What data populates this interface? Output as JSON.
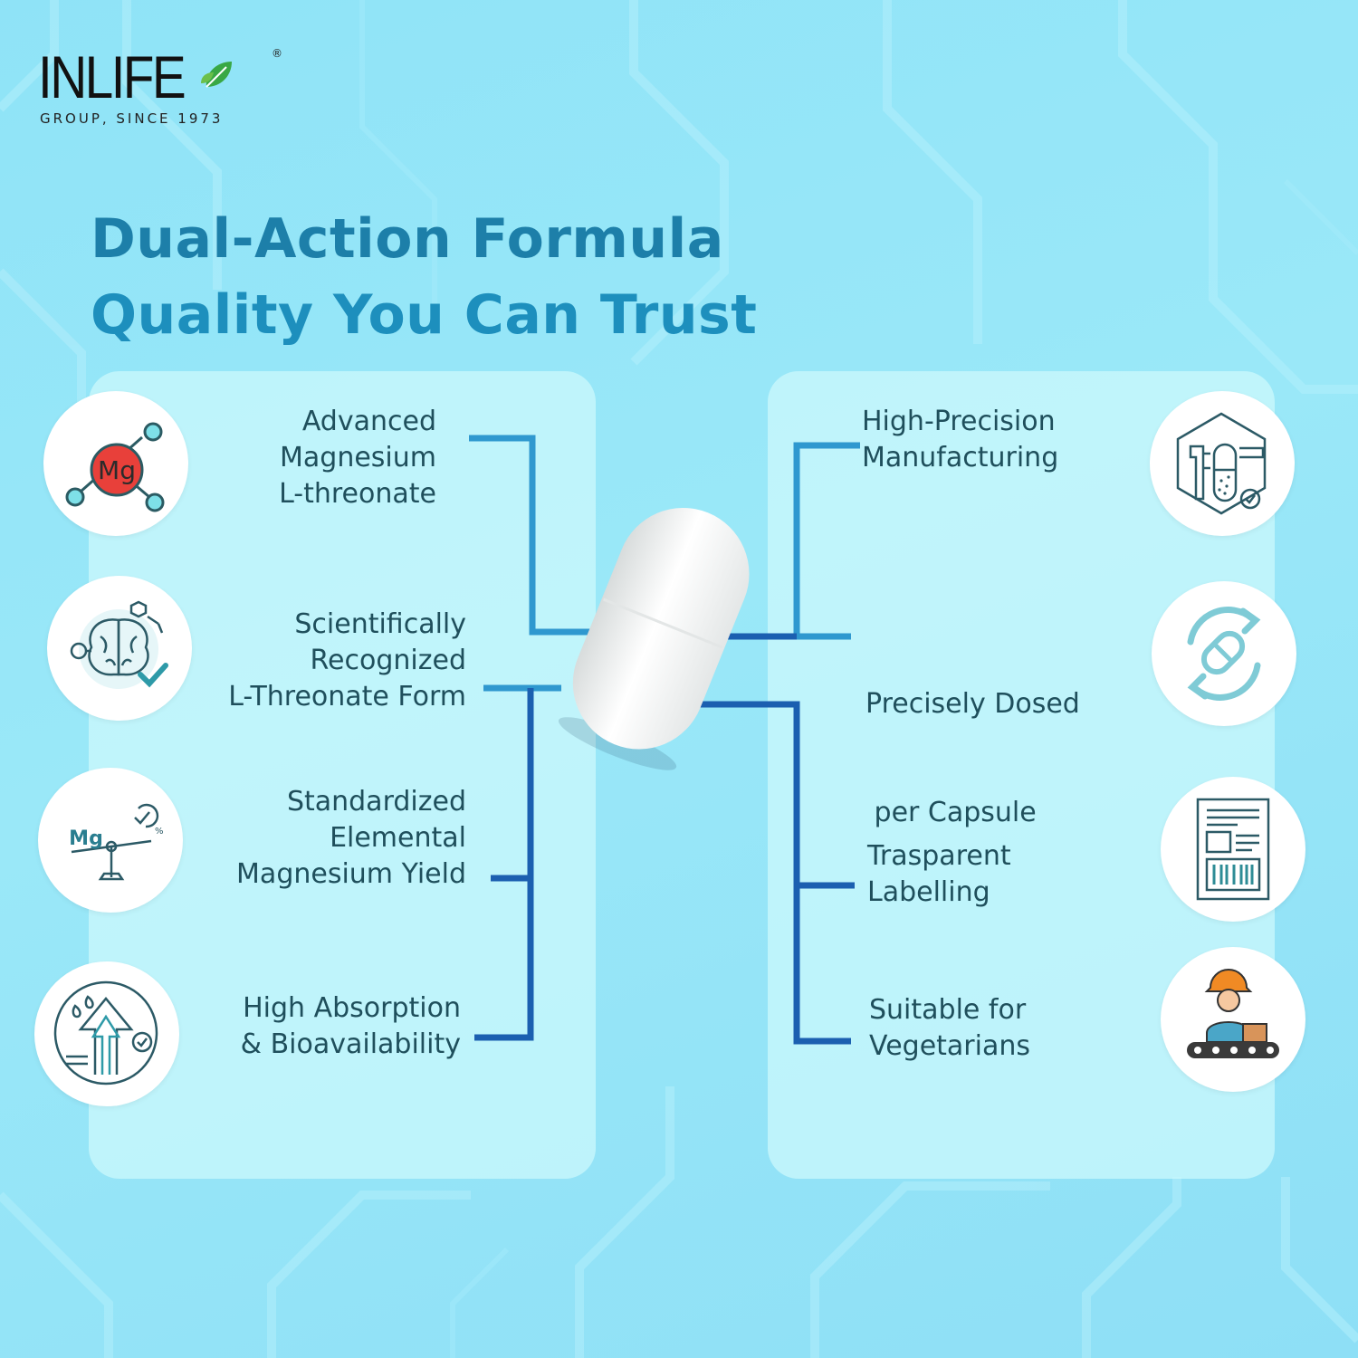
{
  "brand": {
    "name": "INLIFE",
    "registered_mark": "®",
    "tagline": "GROUP, SINCE 1973"
  },
  "headline": {
    "line1": "Dual-Action Formula",
    "line2": "Quality You Can Trust"
  },
  "left_features": [
    {
      "lines": [
        "Advanced",
        "Magnesium",
        "L-threonate"
      ],
      "icon": "magnesium-molecule-icon",
      "icon_text": "Mg"
    },
    {
      "lines": [
        "Scientifically",
        "Recognized",
        "L-Threonate Form"
      ],
      "icon": "brain-circuit-check-icon"
    },
    {
      "lines": [
        "Standardized",
        "Elemental",
        "Magnesium Yield"
      ],
      "icon": "balance-scale-mg-icon",
      "icon_text": "Mg"
    },
    {
      "lines": [
        "High Absorption",
        "& Bioavailability"
      ],
      "icon": "absorption-arrow-icon"
    }
  ],
  "right_features": [
    {
      "lines": [
        "High-Precision",
        "Manufacturing"
      ],
      "icon": "precision-capsule-caliper-icon"
    },
    {
      "lines": [
        "Precisely Dosed",
        " per Capsule"
      ],
      "icon": "capsule-cycle-icon"
    },
    {
      "lines": [
        "Trasparent",
        "Labelling"
      ],
      "icon": "label-barcode-icon"
    },
    {
      "lines": [
        "Suitable for",
        "Vegetarians"
      ],
      "icon": "worker-conveyor-icon"
    }
  ],
  "colors": {
    "background": "#93e4f7",
    "headline_dark": "#1d7fa9",
    "headline_light": "#1d8fbd",
    "connector_dark": "#1b5fb0",
    "connector_light": "#33a6d6",
    "text": "#1f4f5c",
    "mg_red": "#e8403a",
    "icon_teal": "#2f8c96"
  }
}
